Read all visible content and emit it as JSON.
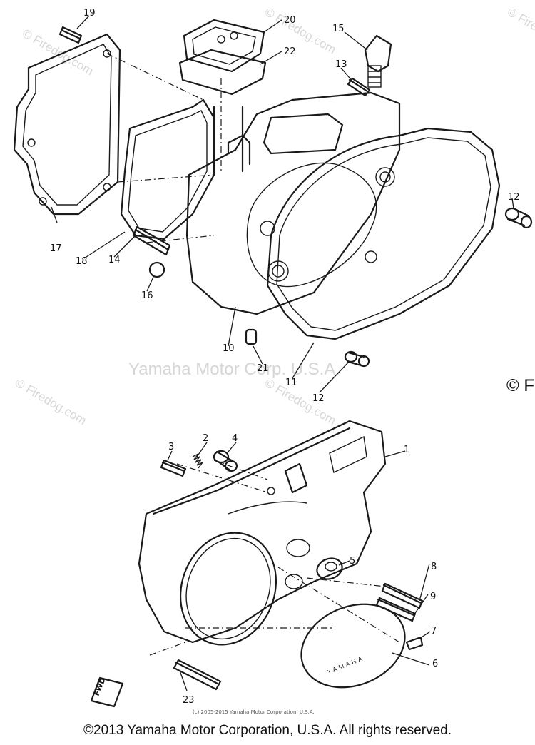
{
  "watermarks": {
    "center": "Yamaha Motor Corp. U.S.A.",
    "firedog": "© Firedog.com",
    "edge": "© F"
  },
  "small_copyright": "(c) 2005-2015 Yamaha Motor Corporation, U.S.A.",
  "footer": "©2013 Yamaha Motor Corporation, U.S.A. All rights reserved.",
  "cover_logo": "YAMAHA",
  "fwd_label": "FWD",
  "callouts": [
    "1",
    "2",
    "3",
    "4",
    "5",
    "6",
    "7",
    "8",
    "9",
    "10",
    "11",
    "12",
    "12",
    "13",
    "14",
    "15",
    "16",
    "17",
    "18",
    "19",
    "20",
    "21",
    "22",
    "23"
  ]
}
